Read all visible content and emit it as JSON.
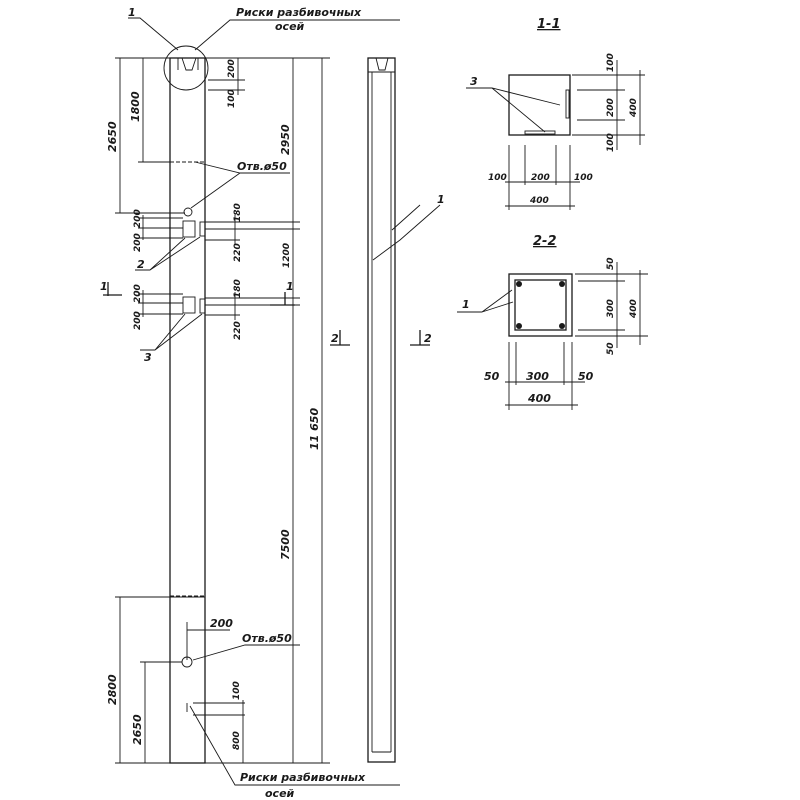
{
  "labels": {
    "axes_marks_top_1": "Риски разбивочных",
    "axes_marks_top_2": "осей",
    "axes_marks_bottom_1": "Риски разбивочных",
    "axes_marks_bottom_2": "осей",
    "hole_top": "Отв.ø50",
    "hole_bottom": "Отв.ø50",
    "pos_1_top": "1",
    "pos_1_side": "1",
    "pos_1_section": "1",
    "pos_2": "2",
    "pos_3": "3",
    "pos_3_section": "3",
    "cut_1_left": "1",
    "cut_1_right": "1",
    "cut_2_left": "2",
    "cut_2_right": "2",
    "section_1": "1-1",
    "section_2": "2-2"
  },
  "dims": {
    "d2650_top": "2650",
    "d1800": "1800",
    "d2950": "2950",
    "d11650": "11 650",
    "d200_top": "200",
    "d100_top": "100",
    "d200a": "200",
    "d200b": "200",
    "d200c": "200",
    "d200d": "200",
    "d180a": "180",
    "d220a": "220",
    "d180b": "180",
    "d220b": "220",
    "d1200": "1200",
    "d7500": "7500",
    "d2800": "2800",
    "d2650_bot": "2650",
    "d200_bot": "200",
    "d100_bot": "100",
    "d800": "800",
    "s1_100a": "100",
    "s1_200v": "200",
    "s1_100b": "100",
    "s1_400v": "400",
    "s1_100c": "100",
    "s1_200h": "200",
    "s1_100d": "100",
    "s1_400h": "400",
    "s2_50a": "50",
    "s2_300v": "300",
    "s2_50b": "50",
    "s2_400v": "400",
    "s2_50c": "50",
    "s2_300h": "300",
    "s2_50d": "50",
    "s2_400h": "400"
  }
}
